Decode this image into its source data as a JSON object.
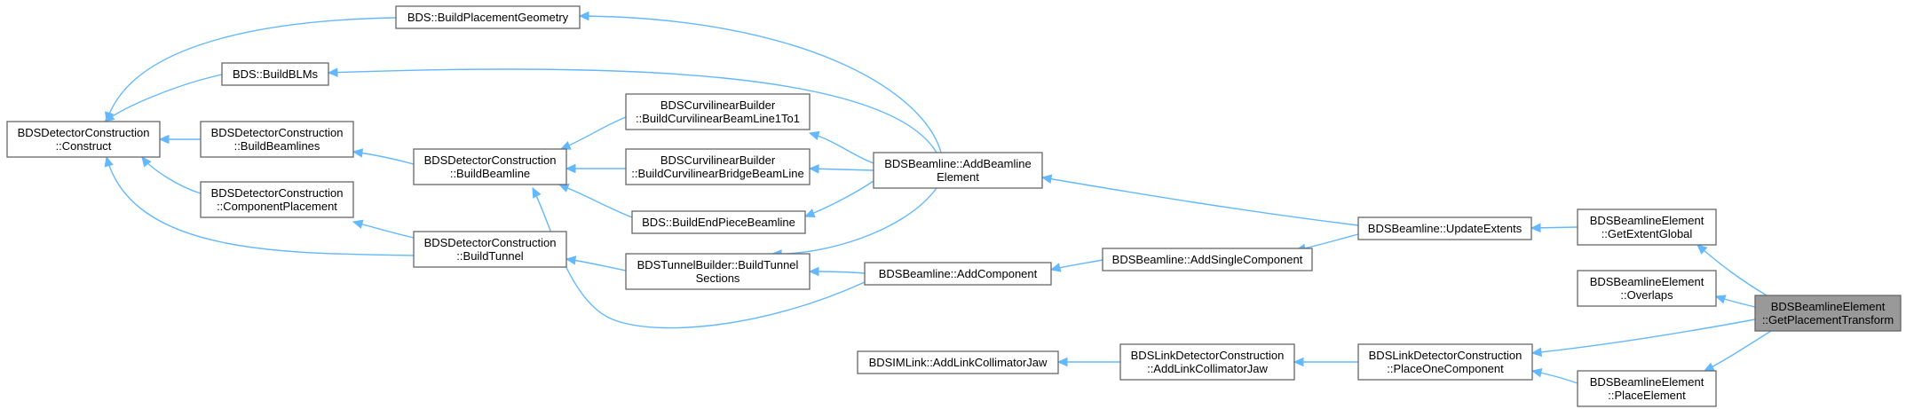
{
  "graph": {
    "kind": "caller graph",
    "colors": {
      "edge": "#63b8ff",
      "node_border": "#666666",
      "node_fill": "#ffffff",
      "focus_fill": "#999999"
    },
    "nodes": {
      "construct": {
        "lines": [
          "BDSDetectorConstruction",
          "::Construct"
        ]
      },
      "build_placement_geometry": {
        "lines": [
          "BDS::BuildPlacementGeometry"
        ]
      },
      "build_blms": {
        "lines": [
          "BDS::BuildBLMs"
        ]
      },
      "build_beamlines": {
        "lines": [
          "BDSDetectorConstruction",
          "::BuildBeamlines"
        ]
      },
      "component_placement": {
        "lines": [
          "BDSDetectorConstruction",
          "::ComponentPlacement"
        ]
      },
      "build_beamline": {
        "lines": [
          "BDSDetectorConstruction",
          "::BuildBeamline"
        ]
      },
      "build_tunnel": {
        "lines": [
          "BDSDetectorConstruction",
          "::BuildTunnel"
        ]
      },
      "curv_1to1": {
        "lines": [
          "BDSCurvilinearBuilder",
          "::BuildCurvilinearBeamLine1To1"
        ]
      },
      "curv_bridge": {
        "lines": [
          "BDSCurvilinearBuilder",
          "::BuildCurvilinearBridgeBeamLine"
        ]
      },
      "build_end_piece": {
        "lines": [
          "BDS::BuildEndPieceBeamline"
        ]
      },
      "tunnel_sections": {
        "lines": [
          "BDSTunnelBuilder::BuildTunnel",
          "Sections"
        ]
      },
      "add_beamline_element": {
        "lines": [
          "BDSBeamline::AddBeamline",
          "Element"
        ]
      },
      "add_component": {
        "lines": [
          "BDSBeamline::AddComponent"
        ]
      },
      "add_single_component": {
        "lines": [
          "BDSBeamline::AddSingleComponent"
        ]
      },
      "update_extents": {
        "lines": [
          "BDSBeamline::UpdateExtents"
        ]
      },
      "get_extent_global": {
        "lines": [
          "BDSBeamlineElement",
          "::GetExtentGlobal"
        ]
      },
      "overlaps": {
        "lines": [
          "BDSBeamlineElement",
          "::Overlaps"
        ]
      },
      "get_placement_transform": {
        "lines": [
          "BDSBeamlineElement",
          "::GetPlacementTransform"
        ],
        "focus": true
      },
      "simlink_add_jaw": {
        "lines": [
          "BDSIMLink::AddLinkCollimatorJaw"
        ]
      },
      "link_add_jaw": {
        "lines": [
          "BDSLinkDetectorConstruction",
          "::AddLinkCollimatorJaw"
        ]
      },
      "place_one_component": {
        "lines": [
          "BDSLinkDetectorConstruction",
          "::PlaceOneComponent"
        ]
      },
      "place_element": {
        "lines": [
          "BDSBeamlineElement",
          "::PlaceElement"
        ]
      }
    },
    "edges": [
      [
        "build_placement_geometry",
        "construct"
      ],
      [
        "build_blms",
        "construct"
      ],
      [
        "build_beamlines",
        "construct"
      ],
      [
        "component_placement",
        "construct"
      ],
      [
        "build_tunnel",
        "construct"
      ],
      [
        "build_beamline",
        "build_beamlines"
      ],
      [
        "build_tunnel",
        "component_placement"
      ],
      [
        "curv_1to1",
        "build_beamline"
      ],
      [
        "curv_bridge",
        "build_beamline"
      ],
      [
        "build_end_piece",
        "build_beamline"
      ],
      [
        "add_component",
        "build_beamline"
      ],
      [
        "tunnel_sections",
        "build_tunnel"
      ],
      [
        "add_beamline_element",
        "build_placement_geometry"
      ],
      [
        "add_beamline_element",
        "build_blms"
      ],
      [
        "add_beamline_element",
        "curv_1to1"
      ],
      [
        "add_beamline_element",
        "curv_bridge"
      ],
      [
        "add_beamline_element",
        "build_end_piece"
      ],
      [
        "add_beamline_element",
        "tunnel_sections"
      ],
      [
        "add_component",
        "tunnel_sections"
      ],
      [
        "update_extents",
        "add_beamline_element"
      ],
      [
        "add_single_component",
        "add_component"
      ],
      [
        "update_extents",
        "add_single_component"
      ],
      [
        "get_extent_global",
        "update_extents"
      ],
      [
        "get_placement_transform",
        "get_extent_global"
      ],
      [
        "get_placement_transform",
        "overlaps"
      ],
      [
        "get_placement_transform",
        "place_one_component"
      ],
      [
        "get_placement_transform",
        "place_element"
      ],
      [
        "place_one_component",
        "link_add_jaw"
      ],
      [
        "place_element",
        "place_one_component"
      ],
      [
        "link_add_jaw",
        "simlink_add_jaw"
      ]
    ]
  }
}
